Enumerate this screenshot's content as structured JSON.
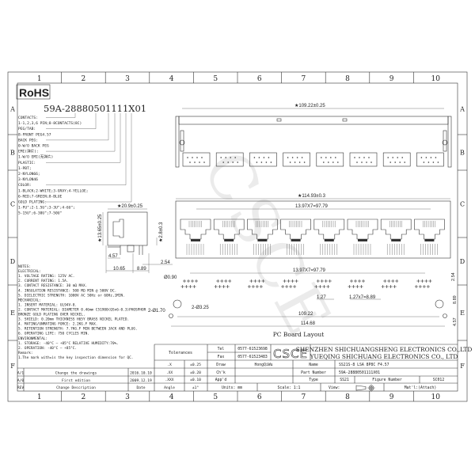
{
  "frame": {
    "columns": [
      "1",
      "2",
      "3",
      "4",
      "5",
      "6",
      "7",
      "8",
      "9",
      "10"
    ],
    "rows": [
      "A",
      "B",
      "C",
      "D",
      "E",
      "F"
    ]
  },
  "rohs": "RoHS",
  "watermark": "CSCE",
  "ordering": {
    "part_number": "59A-28880501111X01",
    "lines": [
      "CONTACTS:",
      "1-1,2,3,6 PIN;8-8CONTACTS(8C)",
      "PEG/TAB:",
      "8-FRONT PEG4.57",
      "BACK PEG:",
      "0-W/O BACK PEG",
      "EMI(弹片):",
      "1-W/O EMI(无弹片)",
      "PLASTIC:",
      "1-PBT;",
      "2-NYLON66;",
      "3-NYLON46",
      "COLOR:",
      "1-BLACK;2-WHITE;3-GRAY;4-YELLOE;",
      "6-RED;7-GREEN;8-BLUE",
      "GOLD PLATING:",
      "1-FU\";2-1.5U\";3-3U\";4-6U\";",
      "5-15U\";6-30U\";7-50U\""
    ]
  },
  "notes": [
    "NOTES:",
    "ELECTRICAL:",
    "1. VOLTAGE RATING: 125V AC.",
    "2. CURRENT RATING: 1.5A.",
    "3. CONTACT RESISTANCE: 30 mΩ MAX.",
    "4. INSULATION RESISTANCE: 500 MΩ MIN @ 500V DC.",
    "5. DIELECTRIC STRENGTH: 1000V AC 50Hz or 60Hz,1MIN.",
    "MECHANICAL:",
    "1. INSERT MATERIAL: UL94V-0.",
    "2. CONTACT MATERIAL: DIAMETER 0.46mm C51900(QSn6-0.3)PHOSPHOR",
    "              BRONZE GOLD PLATING OVER NICKEL.",
    "3. SHIELD: 0.20mm THICKNESS H65Y BRASS NICKEL PLATED.",
    "4. MATING/UNMATING FORCE: 2.2KG.F MAX.",
    "5. RETENTION STRENGTH: 7.7KG.F MIN BETWEEN JACK AND PLUG.",
    "6. OPERATING LIFE: 750 CYCLES MIN.",
    "ENVIRONMENTAL:",
    "1. STORAGE: -40°C — +85°C RELATIVE HUMIDITY:70%.",
    "2. OPERATION: -40°C — +85°C.",
    "Remark:",
    "1.The mark with★is the key inspection dimension for QC."
  ],
  "dimensions": {
    "top_width": "★109.22±0.25",
    "front_width": "★114.93±0.3",
    "front_pitch": "13.97X7=97.79",
    "side_depth": "★20.9±0.25",
    "side_height": "★13.65±0.25",
    "side_offset": "★2.8±0.3",
    "side_457": "4.57",
    "side_254": "2.54",
    "side_1065": "10.65",
    "side_889": "8.89",
    "pcb_pitch": "13.97X7=97.79",
    "pcb_pin_dia": "Ø0.90",
    "pcb_hole_big": "2-Ø3.25",
    "pcb_hole_small": "2-Ø1.70",
    "pcb_127": "1.27",
    "pcb_127x7": "1.27x7=8.89",
    "pcb_10922": "109.22",
    "pcb_11468": "114.68",
    "pcb_254": "2.54",
    "pcb_889": "8.89",
    "pcb_457": "4.57",
    "pcb_title": "PC Board Layout"
  },
  "revisions": {
    "rows": [
      {
        "rev": "A/1",
        "desc": "Change the drawings",
        "date": "2016.10.10"
      },
      {
        "rev": "A/0",
        "desc": "First edition",
        "date": "2009.12.19"
      }
    ],
    "header": {
      "rev": "REV",
      "desc": "Change Description",
      "date": "Date"
    }
  },
  "tolerances": {
    "title": "Tolerances",
    "rows": [
      {
        "k": ".X",
        "v": "±0.25"
      },
      {
        "k": ".XX",
        "v": "±0.20"
      },
      {
        "k": ".XXX",
        "v": "±0.10"
      },
      {
        "k": "Angle",
        "v": "±1°"
      }
    ]
  },
  "title_block": {
    "tel_label": "Tel",
    "tel": "0577-61523698",
    "fax_label": "Fax",
    "fax": "0577-61523483",
    "logo": "CSCE",
    "company_1": "SHENZHEN SHICHUANGSHENG ELECTRONICS CO.,LTD",
    "company_2": "YUEQING SHICHUANG ELECTRONICS CO., LTD",
    "draw_label": "Draw",
    "draw": "HongQiWu",
    "check_label": "Ch'k",
    "approve_label": "App'd",
    "name_label": "Name",
    "name": "SS21S-8 LSA 8P8C F4.57",
    "part_label": "Part Number",
    "part": "59A-28880501111X01",
    "type_label": "Type",
    "type": "SS21",
    "figure_label": "Figure Number",
    "figure": "SC012",
    "units": "Units: mm",
    "scale": "Scale: 1:1",
    "view": "View:",
    "material": "Mat'l:(Attach)"
  }
}
